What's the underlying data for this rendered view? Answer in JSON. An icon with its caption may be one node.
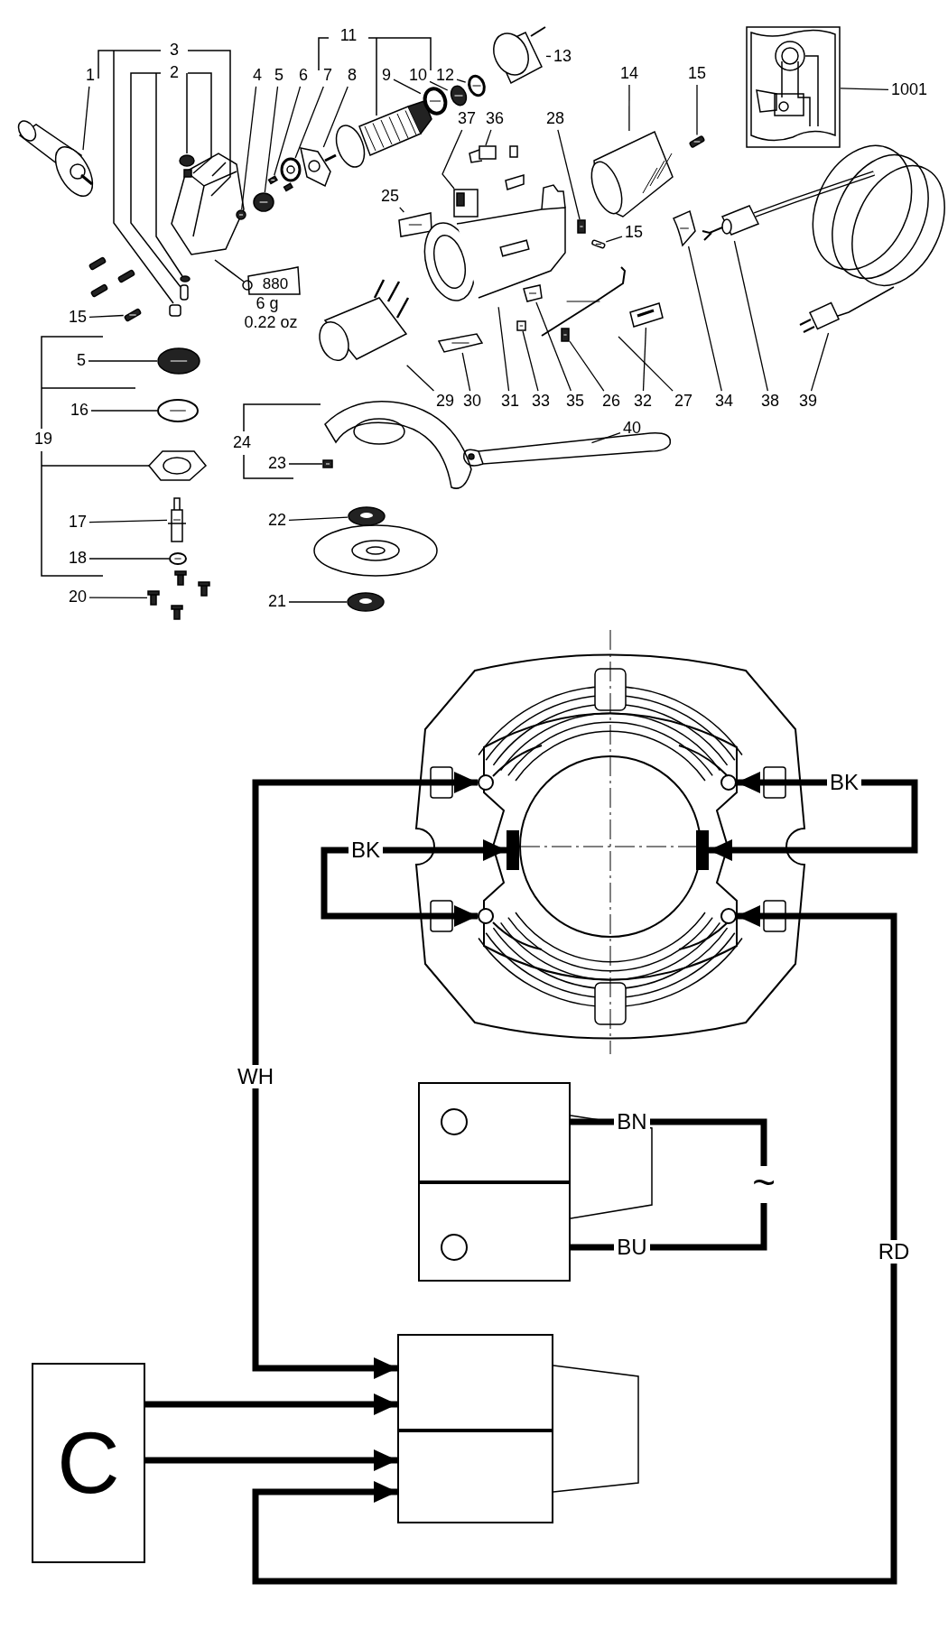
{
  "diagram": {
    "nodes": [
      {
        "text": [
          "1"
        ]
      },
      {
        "text": [
          "4"
        ]
      },
      {
        "text": [
          "5"
        ]
      },
      {
        "text": [
          "6"
        ]
      },
      {
        "text": [
          "7"
        ]
      },
      {
        "text": [
          "8"
        ]
      },
      {
        "text": [
          "9"
        ]
      },
      {
        "text": [
          "10"
        ]
      },
      {
        "text": [
          "12"
        ]
      },
      {
        "text": [
          "13"
        ]
      },
      {
        "text": [
          "14"
        ]
      },
      {
        "text": [
          "15"
        ]
      },
      {
        "text": [
          "1001"
        ]
      },
      {
        "text": [
          "37"
        ]
      },
      {
        "text": [
          "36"
        ]
      },
      {
        "text": [
          "28"
        ]
      },
      {
        "text": [
          "25"
        ]
      },
      {
        "text": [
          "15"
        ]
      },
      {
        "text": [
          "15"
        ]
      },
      {
        "text": [
          "5"
        ]
      },
      {
        "text": [
          "29"
        ]
      },
      {
        "text": [
          "30"
        ]
      },
      {
        "text": [
          "31"
        ]
      },
      {
        "text": [
          "33"
        ]
      },
      {
        "text": [
          "35"
        ]
      },
      {
        "text": [
          "26"
        ]
      },
      {
        "text": [
          "32"
        ]
      },
      {
        "text": [
          "27"
        ]
      },
      {
        "text": [
          "34"
        ]
      },
      {
        "text": [
          "38"
        ]
      },
      {
        "text": [
          "39"
        ]
      },
      {
        "text": [
          "16"
        ]
      },
      {
        "text": [
          "40"
        ]
      },
      {
        "text": [
          "23"
        ]
      },
      {
        "text": [
          "22"
        ]
      },
      {
        "text": [
          "17"
        ]
      },
      {
        "text": [
          "18"
        ]
      },
      {
        "text": [
          "20"
        ]
      },
      {
        "text": [
          "21"
        ]
      },
      {
        "text": [],
        "shape": "circle"
      },
      {
        "text": [],
        "shape": "circle"
      },
      {
        "text": [],
        "shape": "bar"
      },
      {
        "text": [],
        "shape": "bar"
      },
      {
        "text": [],
        "shape": "circle"
      },
      {
        "text": [],
        "shape": "circle"
      },
      {
        "text": [],
        "shape": "box"
      },
      {
        "text": [],
        "shape": "circle",
        "in": 45
      },
      {
        "text": [],
        "shape": "box"
      },
      {
        "text": [],
        "shape": "circle",
        "in": 47
      },
      {
        "text": [],
        "shape": "box"
      },
      {
        "text": [],
        "shape": "box"
      },
      {
        "text": [
          "C"
        ]
      },
      {
        "text": [],
        "shape": "picture"
      },
      {
        "text": [],
        "shape": "picture"
      },
      {
        "text": [],
        "shape": "picture"
      },
      {
        "text": [],
        "shape": "picture"
      },
      {
        "text": [],
        "shape": "picture"
      },
      {
        "text": [],
        "shape": "picture"
      },
      {
        "text": [],
        "shape": "picture"
      },
      {
        "text": [],
        "shape": "picture"
      },
      {
        "text": [],
        "shape": "picture"
      },
      {
        "text": [],
        "shape": "picture"
      },
      {
        "text": [],
        "shape": "picture"
      },
      {
        "text": [],
        "shape": "picture"
      },
      {
        "text": [],
        "shape": "picture"
      },
      {
        "text": [],
        "shape": "picture"
      },
      {
        "text": [],
        "shape": "picture"
      },
      {
        "text": [],
        "shape": "picture"
      },
      {
        "text": [],
        "shape": "picture"
      },
      {
        "text": [],
        "shape": "picture"
      },
      {
        "text": [],
        "shape": "picture"
      },
      {
        "text": [],
        "shape": "picture"
      },
      {
        "text": [],
        "shape": "picture"
      },
      {
        "text": [],
        "shape": "picture"
      },
      {
        "text": [],
        "shape": "picture"
      },
      {
        "text": [],
        "shape": "picture"
      },
      {
        "text": [],
        "shape": "picture"
      },
      {
        "text": [],
        "shape": "picture"
      },
      {
        "text": [],
        "shape": "picture"
      },
      {
        "text": [],
        "shape": "picture"
      },
      {
        "text": [],
        "shape": "picture"
      },
      {
        "text": [],
        "shape": "picture"
      },
      {
        "text": [],
        "shape": "picture"
      },
      {
        "text": [],
        "shape": "picture"
      },
      {
        "text": [],
        "shape": "picture"
      },
      {
        "text": [],
        "shape": "picture"
      },
      {
        "text": [],
        "shape": "picture"
      },
      {
        "text": [],
        "shape": "picture"
      },
      {
        "text": [],
        "shape": "picture"
      },
      {
        "text": [],
        "shape": "picture"
      },
      {
        "text": [],
        "shape": "picture"
      }
    ],
    "edges": [
      {
        "from": 0,
        "to": 52,
        "arrow": "none"
      },
      {
        "from": 1,
        "to": 53,
        "arrow": "none"
      },
      {
        "from": 2,
        "to": 54,
        "arrow": "none"
      },
      {
        "from": 3,
        "to": 55,
        "arrow": "none"
      },
      {
        "from": 4,
        "to": 56,
        "arrow": "none"
      },
      {
        "from": 5,
        "to": 57,
        "arrow": "none"
      },
      {
        "from": 6,
        "to": 58,
        "arrow": "none"
      },
      {
        "from": 7,
        "to": 59,
        "arrow": "none"
      },
      {
        "from": 8,
        "to": 60,
        "arrow": "none"
      },
      {
        "from": 9,
        "to": 61,
        "arrow": "none"
      },
      {
        "from": 10,
        "to": 62,
        "arrow": "none"
      },
      {
        "from": 11,
        "to": 63,
        "arrow": "none"
      },
      {
        "from": 12,
        "to": 64,
        "arrow": "none"
      },
      {
        "from": 13,
        "to": 65,
        "arrow": "none"
      },
      {
        "from": 14,
        "to": 66,
        "arrow": "none"
      },
      {
        "from": 15,
        "to": 67,
        "arrow": "none"
      },
      {
        "from": 16,
        "to": 68,
        "arrow": "none"
      },
      {
        "from": 17,
        "to": 69,
        "arrow": "none"
      },
      {
        "from": 18,
        "to": 70,
        "arrow": "none"
      },
      {
        "from": 19,
        "to": 71,
        "arrow": "none"
      },
      {
        "from": 20,
        "to": 72,
        "arrow": "none"
      },
      {
        "from": 21,
        "to": 73,
        "arrow": "none"
      },
      {
        "from": 22,
        "to": 74,
        "arrow": "none"
      },
      {
        "from": 23,
        "to": 75,
        "arrow": "none"
      },
      {
        "from": 24,
        "to": 76,
        "arrow": "none"
      },
      {
        "from": 25,
        "to": 77,
        "arrow": "none"
      },
      {
        "from": 26,
        "to": 78,
        "arrow": "none"
      },
      {
        "from": 27,
        "to": 79,
        "arrow": "none"
      },
      {
        "from": 28,
        "to": 80,
        "arrow": "none"
      },
      {
        "from": 29,
        "to": 81,
        "arrow": "none"
      },
      {
        "from": 30,
        "to": 82,
        "arrow": "none"
      },
      {
        "from": 31,
        "to": 83,
        "arrow": "none"
      },
      {
        "from": 32,
        "to": 84,
        "arrow": "none"
      },
      {
        "from": 33,
        "to": 85,
        "arrow": "none"
      },
      {
        "from": 34,
        "to": 86,
        "arrow": "none"
      },
      {
        "from": 35,
        "to": 87,
        "arrow": "none"
      },
      {
        "from": 36,
        "to": 88,
        "arrow": "none"
      },
      {
        "from": 37,
        "to": 89,
        "arrow": "none"
      },
      {
        "from": 38,
        "to": 90,
        "arrow": "none"
      },
      {
        "from": 49,
        "to": 39,
        "arrow": "both",
        "label": "WH",
        "style": "thick"
      },
      {
        "from": 40,
        "to": 42,
        "arrow": "both",
        "label": "BK",
        "style": "thick"
      },
      {
        "from": 41,
        "to": 43,
        "arrow": "both",
        "label": "BK",
        "style": "thick"
      },
      {
        "from": 44,
        "to": 50,
        "arrow": "both",
        "label": "RD",
        "style": "thick"
      },
      {
        "from": 51,
        "to": 49,
        "arrow": "to",
        "style": "thick"
      },
      {
        "from": 51,
        "to": 50,
        "arrow": "to",
        "style": "thick"
      },
      {
        "from": null,
        "to": 46,
        "arrow": "to",
        "label": "BN",
        "style": "thick"
      },
      {
        "from": null,
        "to": 48,
        "arrow": "to",
        "label": "BU",
        "style": "thick"
      }
    ],
    "labels": [
      "11",
      "3",
      "2",
      "880",
      "6 g",
      "0.22 oz",
      "19",
      "24",
      "~"
    ]
  }
}
